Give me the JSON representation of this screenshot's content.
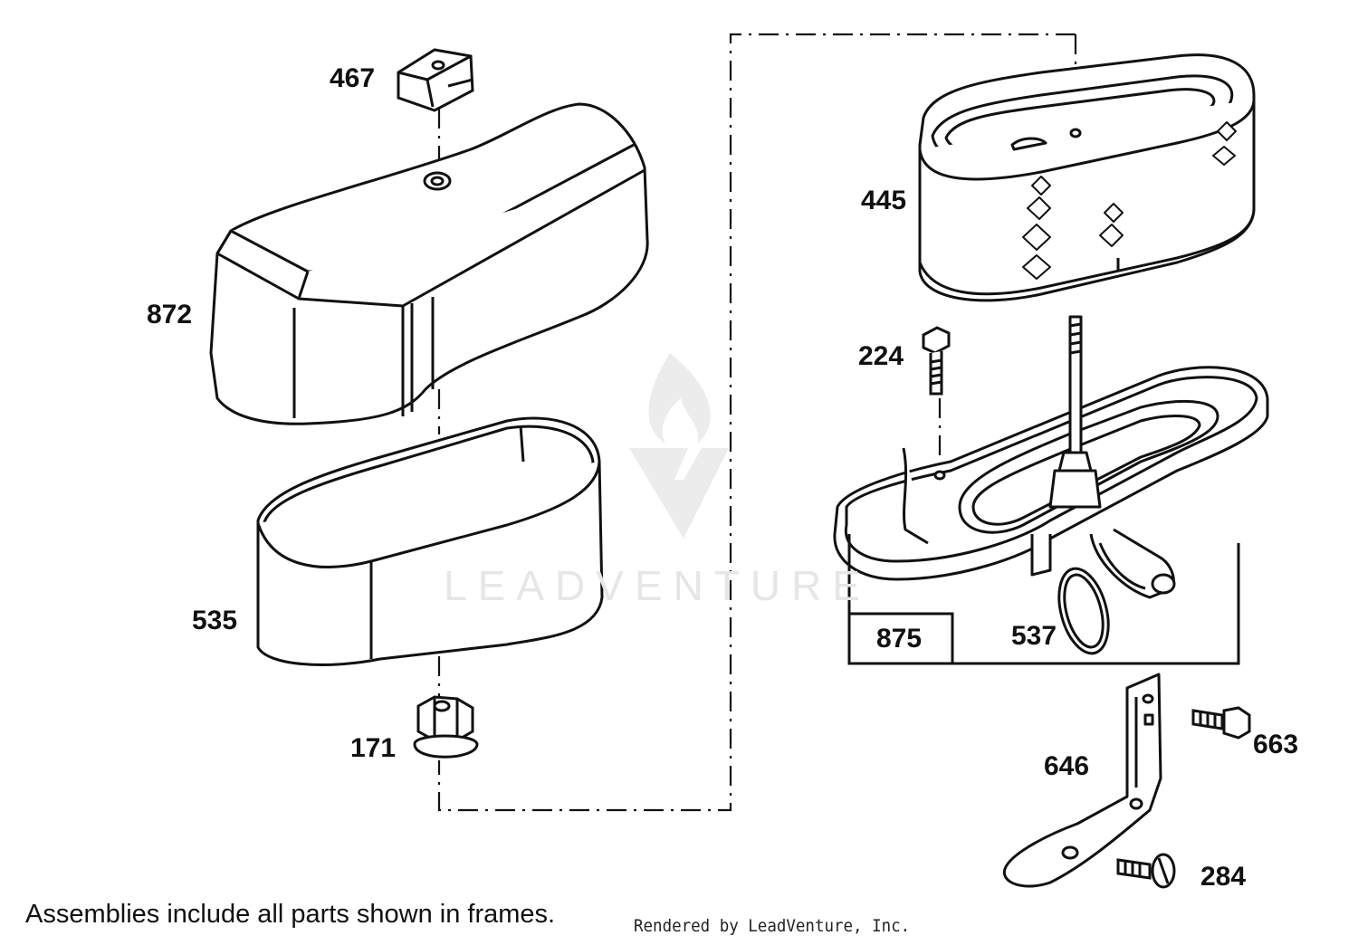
{
  "callouts": [
    {
      "id": "467"
    },
    {
      "id": "872"
    },
    {
      "id": "535"
    },
    {
      "id": "171"
    },
    {
      "id": "445"
    },
    {
      "id": "224"
    },
    {
      "id": "875"
    },
    {
      "id": "537"
    },
    {
      "id": "663"
    },
    {
      "id": "646"
    },
    {
      "id": "284"
    }
  ],
  "footnote": "Assemblies include all parts shown in frames.",
  "rendered_by": "Rendered by LeadVenture, Inc.",
  "watermark": "LEADVENTURE",
  "colors": {
    "line": "#111111",
    "watermark": "#e6e6e6",
    "background": "#ffffff"
  }
}
